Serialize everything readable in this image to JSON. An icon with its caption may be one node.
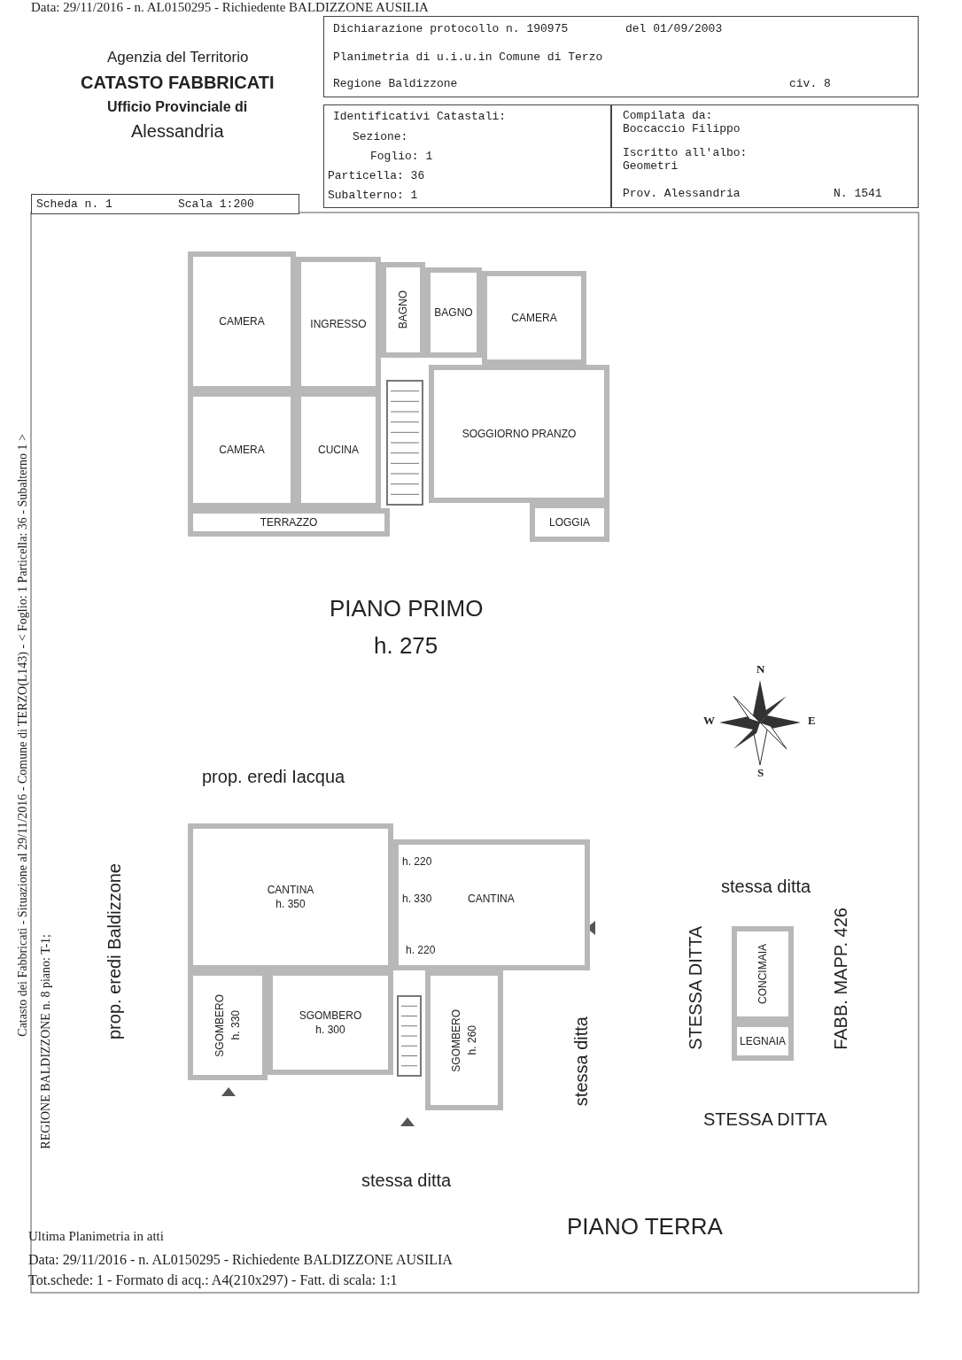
{
  "diagram": {
    "nodes": [
      {
        "text": [
          "Dichiarazione protocollo n. 190975",
          "del 01/09/2003",
          "Planimetria di u.i.u.in Comune di Terzo",
          "Regione Baldizzone",
          "civ. 8"
        ]
      },
      {
        "text": [
          "Identificativi Catastali:",
          "Sezione:",
          "Foglio: 1",
          "Particella: 36",
          "Subalterno: 1"
        ]
      },
      {
        "text": [
          "Compilata da: Boccaccio Filippo",
          "Iscritto all'albo: Geometri",
          "Prov. Alessandria",
          "N. 1541"
        ]
      },
      {
        "text": [
          "Scheda n. 1",
          "Scala 1:200"
        ]
      },
      {
        "text": [
          "CAMERA"
        ]
      },
      {
        "text": [
          "INGRESSO"
        ]
      },
      {
        "text": [
          "BAGNO"
        ]
      },
      {
        "text": [
          "BAGNO"
        ]
      },
      {
        "text": [
          "CAMERA"
        ]
      },
      {
        "text": [
          "CAMERA"
        ]
      },
      {
        "text": [
          "CUCINA"
        ]
      },
      {
        "text": [
          "SOGGIORNO PRANZO"
        ]
      },
      {
        "text": [
          "TERRAZZO"
        ]
      },
      {
        "text": [
          "LOGGIA"
        ]
      },
      {
        "text": [
          "CANTINA",
          "h. 350"
        ]
      },
      {
        "text": [
          "h. 220",
          "h. 330",
          "CANTINA",
          "h. 220"
        ]
      },
      {
        "text": [
          "SGOMBERO",
          "h. 330"
        ]
      },
      {
        "text": [
          "SGOMBERO",
          "h. 300"
        ]
      },
      {
        "text": [
          "SGOMBERO",
          "h. 260"
        ]
      },
      {
        "text": [
          "CONCIMAIA"
        ]
      },
      {
        "text": [
          "LEGNAIA"
        ]
      }
    ],
    "labels": [
      "Data: 29/11/2016 - n. AL0150295 - Richiedente BALDIZZONE AUSILIA",
      "Agenzia del Territorio",
      "CATASTO FABBRICATI",
      "Ufficio Provinciale di",
      "Alessandria",
      "PIANO PRIMO",
      "h. 275",
      "N",
      "W",
      "E",
      "S",
      "prop. eredi Iacqua",
      "prop. eredi Baldizzone",
      "stessa ditta",
      "STESSA DITTA",
      "FABB. MAPP. 426",
      "stessa ditta",
      "STESSA DITTA",
      "stessa ditta",
      "Catasto dei Fabbricati - Situazione al 29/11/2016 - Comune di TERZO(L143) - < Foglio: 1 Particella: 36 - Subalterno 1 >",
      "REGIONE BALDIZZONE n. 8 piano: T-1;",
      "Ultima Planimetria in atti",
      "Data: 29/11/2016 - n. AL0150295 - Richiedente BALDIZZONE AUSILIA",
      "PIANO TERRA",
      "Tot.schede: 1 - Formato di acq.: A4(210x297) - Fatt. di scala: 1:1"
    ]
  }
}
